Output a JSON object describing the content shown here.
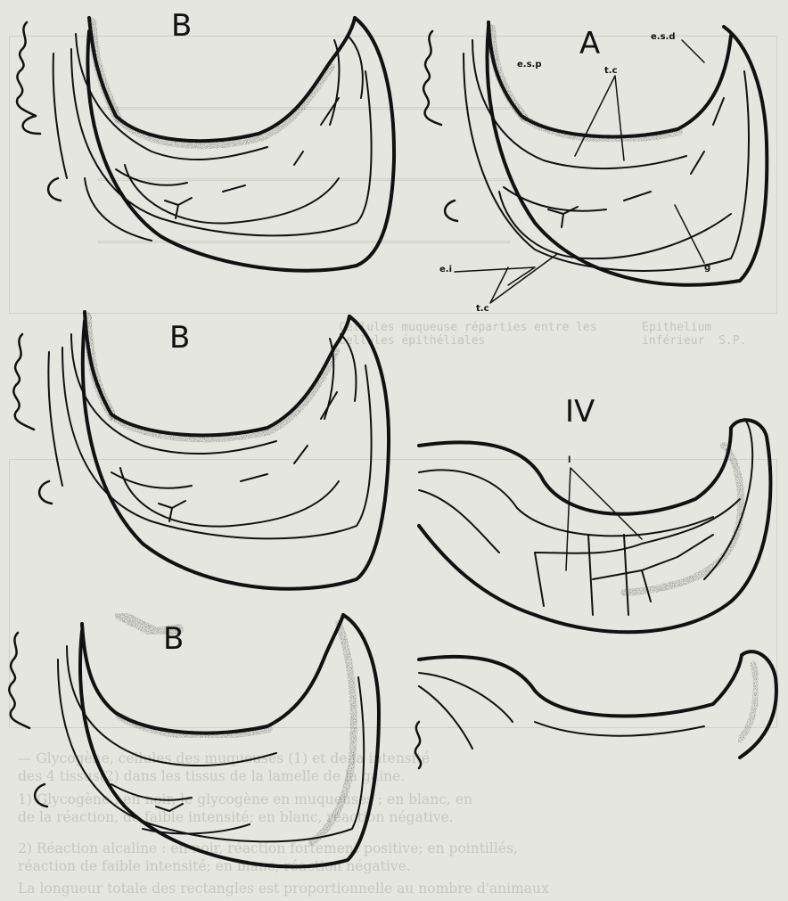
{
  "labels": {
    "panel_a": "A",
    "panel_b1": "B",
    "panel_b2": "B",
    "panel_b3": "B",
    "panel_iv": "IV",
    "esp": "e.s.p",
    "esd": "e.s.d",
    "tc_top": "t.c",
    "tc_bottom": "t.c",
    "ei": "e.i",
    "g": "g",
    "l": "l"
  },
  "background": {
    "row1": "Epithelium\ninférieur  S.P.",
    "row1_desc": "Cellules muqueuse réparties entre les cellules épithéliales",
    "caption_lines": [
      "— Glycogène, cellules des muqueuses (1) et de la intensité",
      "des 4 tissus(2) dans les tissus de la lamelle de la gaine.",
      "1) Glycogène : en noir, le glycogène en muqueuses ; en blanc, en",
      "   de la réaction, de faible intensité; en blanc, réaction négative.",
      "2) Réaction alcaline : en noir, réaction fortement positive; en pointillés,",
      "   réaction de faible intensité; en blanc, réaction négative.",
      "La longueur totale des rectangles est proportionnelle au nombre d'animaux"
    ]
  }
}
